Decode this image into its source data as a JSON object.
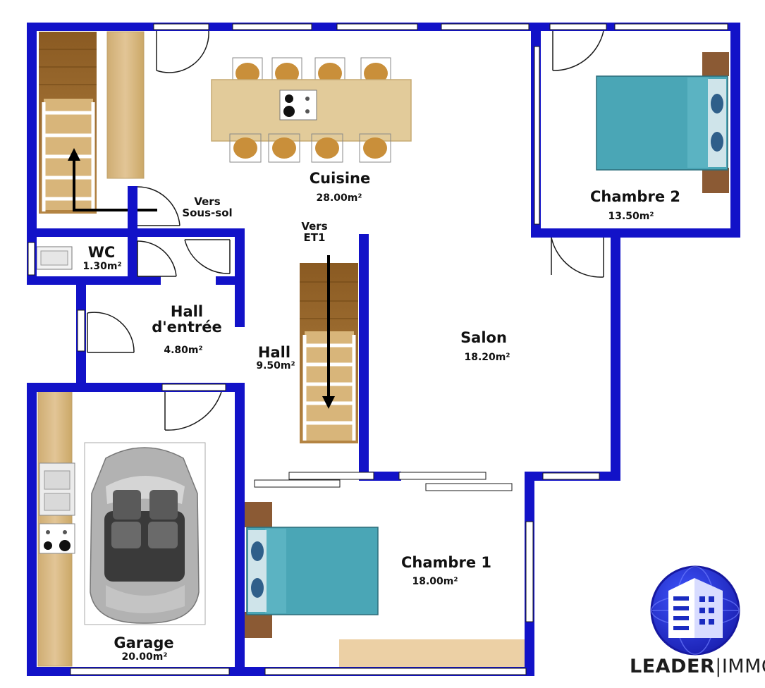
{
  "rooms": [
    {
      "key": "cuisine",
      "name": "Cuisine",
      "area": "28.00m²"
    },
    {
      "key": "chambre2",
      "name": "Chambre 2",
      "area": "13.50m²"
    },
    {
      "key": "wc",
      "name": "WC",
      "area": "1.30m²"
    },
    {
      "key": "hall_entree",
      "name": "Hall\nd'entrée",
      "area": "4.80m²"
    },
    {
      "key": "hall",
      "name": "Hall",
      "area": "9.50m²"
    },
    {
      "key": "salon",
      "name": "Salon",
      "area": "18.20m²"
    },
    {
      "key": "chambre1",
      "name": "Chambre 1",
      "area": "18.00m²"
    },
    {
      "key": "garage",
      "name": "Garage",
      "area": "20.00m²"
    }
  ],
  "notes": {
    "vers_sous_sol": "Vers\nSous-sol",
    "vers_et1": "Vers\nET1"
  },
  "brand": {
    "name_bold": "LEADER",
    "separator": "|",
    "name_light": "IMMO"
  },
  "colors": {
    "wall": "#1212c8",
    "wood": "#d9bb86",
    "stair_dark": "#9a6a2c",
    "bed": "#3f9db0",
    "chair": "#c98f3a",
    "car": "#a9a9a9",
    "logo": "#2a3bd0"
  }
}
